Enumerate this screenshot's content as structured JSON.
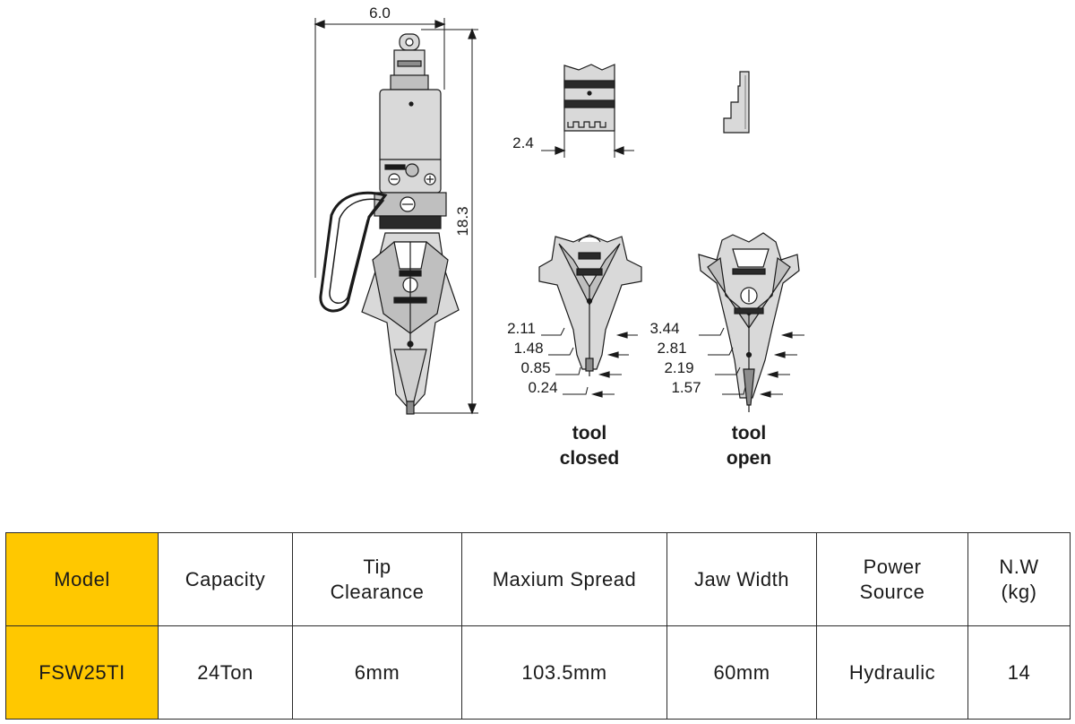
{
  "drawing": {
    "main_view": {
      "width_dimension": "6.0",
      "height_dimension": "18.3"
    },
    "jaw_detail": {
      "jaw_width_dimension": "2.4"
    },
    "tool_closed": {
      "caption_line1": "tool",
      "caption_line2": "closed",
      "dimensions": [
        "2.11",
        "1.48",
        "0.85",
        "0.24"
      ]
    },
    "tool_open": {
      "caption_line1": "tool",
      "caption_line2": "open",
      "dimensions": [
        "3.44",
        "2.81",
        "2.19",
        "1.57"
      ]
    },
    "colors": {
      "line": "#1a1a1a",
      "fill_light": "#d9d9d9",
      "fill_mid": "#bfbfbf",
      "fill_dark": "#2a2a2a"
    }
  },
  "table": {
    "accent_color": "#FFC800",
    "headers": {
      "model": "Model",
      "capacity": "Capacity",
      "tip_clearance_1": "Tip",
      "tip_clearance_2": "Clearance",
      "max_spread": "Maxium Spread",
      "jaw_width": "Jaw Width",
      "power_source_1": "Power",
      "power_source_2": "Source",
      "nw_1": "N.W",
      "nw_2": "(kg)"
    },
    "row": {
      "model": "FSW25TI",
      "capacity": "24Ton",
      "tip_clearance": "6mm",
      "max_spread": "103.5mm",
      "jaw_width": "60mm",
      "power_source": "Hydraulic",
      "nw": "14"
    }
  }
}
